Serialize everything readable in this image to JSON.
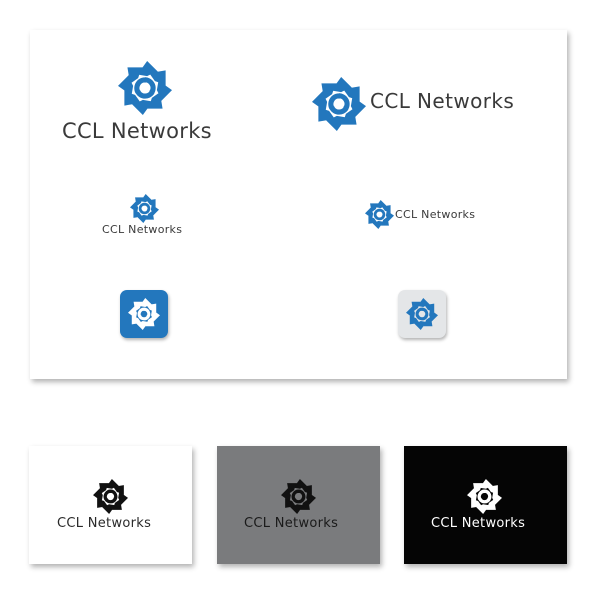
{
  "brand": {
    "name": "CCL Networks",
    "colors": {
      "primary_blue": "#2377bd",
      "icon_tile_grey": "#e4e6e8",
      "grey_background": "#7a7b7d",
      "black_background": "#050505",
      "text_dark": "#3a3a3a"
    }
  },
  "variants": {
    "stacked_large": {
      "wordmark": "CCL Networks",
      "icon": "spiral-mark-icon"
    },
    "horizontal_large": {
      "wordmark": "CCL Networks",
      "icon": "spiral-mark-icon"
    },
    "stacked_small": {
      "wordmark": "CCL Networks",
      "icon": "spiral-mark-icon"
    },
    "horizontal_small": {
      "wordmark": "CCL Networks",
      "icon": "spiral-mark-icon"
    },
    "app_icon_blue": {
      "icon": "spiral-mark-icon"
    },
    "app_icon_light": {
      "icon": "spiral-mark-icon"
    }
  },
  "mini_cards": [
    {
      "wordmark": "CCL Networks",
      "background": "white"
    },
    {
      "wordmark": "CCL Networks",
      "background": "grey"
    },
    {
      "wordmark": "CCL Networks",
      "background": "black"
    }
  ]
}
